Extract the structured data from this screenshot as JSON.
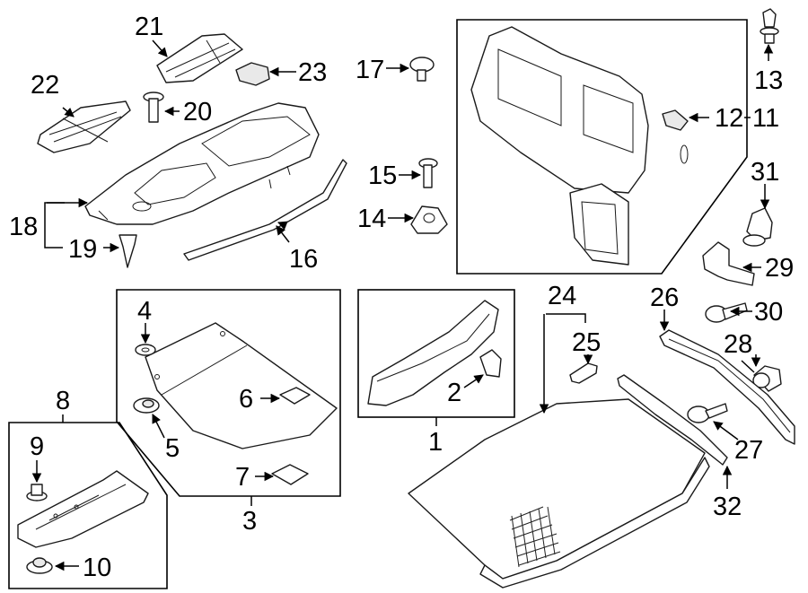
{
  "diagram": {
    "callouts": {
      "c1": "1",
      "c2": "2",
      "c3": "3",
      "c4": "4",
      "c5": "5",
      "c6": "6",
      "c7": "7",
      "c8": "8",
      "c9": "9",
      "c10": "10",
      "c11": "11",
      "c12": "12",
      "c13": "13",
      "c14": "14",
      "c15": "15",
      "c16": "16",
      "c17": "17",
      "c18": "18",
      "c19": "19",
      "c20": "20",
      "c21": "21",
      "c22": "22",
      "c23": "23",
      "c24": "24",
      "c25": "25",
      "c26": "26",
      "c27": "27",
      "c28": "28",
      "c29": "29",
      "c30": "30",
      "c31": "31",
      "c32": "32"
    },
    "colors": {
      "line": "#000000",
      "background": "#ffffff",
      "shade": "#e9e9e9"
    }
  }
}
